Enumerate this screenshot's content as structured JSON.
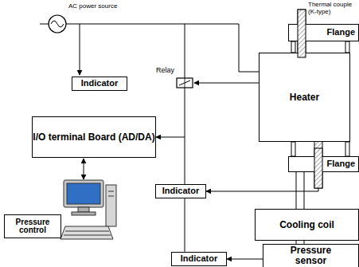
{
  "diagram": {
    "nodes": [
      {
        "text": [
          "Indicator"
        ]
      },
      {
        "text": [
          "Relay"
        ]
      },
      {
        "text": [
          "Flange"
        ]
      },
      {
        "text": [
          "Heater"
        ]
      },
      {
        "text": [
          "Flange"
        ]
      },
      {
        "text": [
          "I/O terminal Board (AD/DA)"
        ]
      },
      {
        "text": [
          "Indicator"
        ]
      },
      {
        "text": [
          "Cooling coil"
        ]
      },
      {
        "text": [
          "Pressure control"
        ]
      },
      {
        "text": [
          "Indicator"
        ]
      },
      {
        "text": [
          "Pressure sensor"
        ]
      }
    ],
    "edges": [
      {
        "from": 3,
        "to": 1,
        "arrow": "to"
      },
      {
        "from": 4,
        "to": 6,
        "arrow": "to"
      },
      {
        "from": 6,
        "to": 5,
        "arrow": "to"
      },
      {
        "from": 4,
        "to": 7,
        "arrow": "none"
      },
      {
        "from": 7,
        "to": 10,
        "arrow": "none"
      },
      {
        "from": 10,
        "to": 9,
        "arrow": "to"
      }
    ],
    "labels": [
      "AC power source",
      "Thermal couple (K-type)"
    ]
  }
}
